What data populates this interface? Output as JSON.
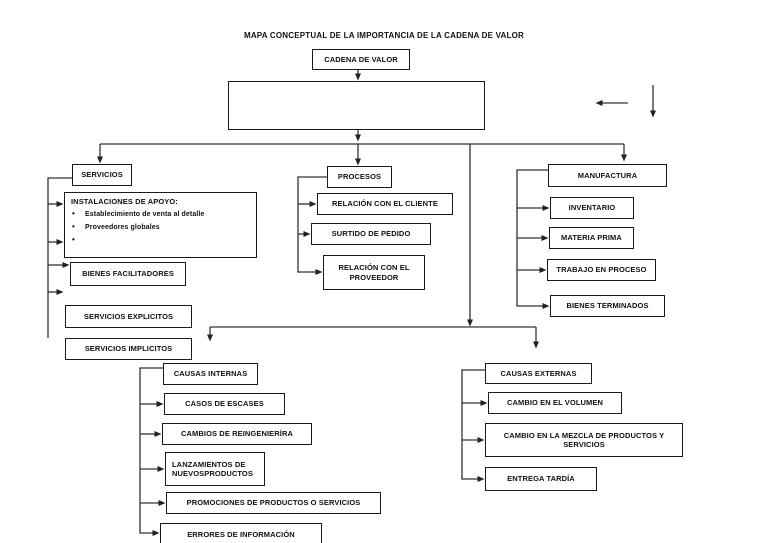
{
  "title": "MAPA CONCEPTUAL DE LA IMPORTANCIA DE LA CADENA DE VALOR",
  "root": {
    "label": "CADENA DE VALOR"
  },
  "branches": {
    "servicios": {
      "label": "SERVICIOS",
      "apoyo": {
        "title": "INSTALACIONES DE APOYO:",
        "items": [
          "Establecimiento de venta al detalle",
          "Proveedores globales",
          ""
        ]
      },
      "items": [
        "BIENES FACILITADORES",
        "SERVICIOS EXPLICITOS",
        "SERVICIOS IMPLICITOS"
      ]
    },
    "procesos": {
      "label": "PROCESOS",
      "items": [
        "RELACIÓN CON EL CLIENTE",
        "SURTIDO DE PEDIDO",
        "RELACIÓN CON EL PROVEEDOR"
      ]
    },
    "manufactura": {
      "label": "MANUFACTURA",
      "items": [
        "INVENTARIO",
        "MATERIA PRIMA",
        "TRABAJO EN PROCESO",
        "BIENES TERMINADOS"
      ]
    },
    "causas_internas": {
      "label": "CAUSAS INTERNAS",
      "items": [
        "CASOS DE ESCASES",
        "CAMBIOS DE REINGENIERÍRA",
        "LANZAMIENTOS DE NUEVOSPRODUCTOS",
        "PROMOCIONES  DE PRODUCTOS O SERVICIOS",
        "ERRORES DE INFORMACIÓN"
      ]
    },
    "causas_externas": {
      "label": "CAUSAS EXTERNAS",
      "items": [
        "CAMBIO EN EL VOLUMEN",
        "CAMBIO EN LA MEZCLA DE PRODUCTOS Y SERVICIOS",
        "ENTREGA TARDÍA"
      ]
    }
  },
  "colors": {
    "line": "#333333",
    "border": "#1b1b1b",
    "background": "#ffffff"
  }
}
